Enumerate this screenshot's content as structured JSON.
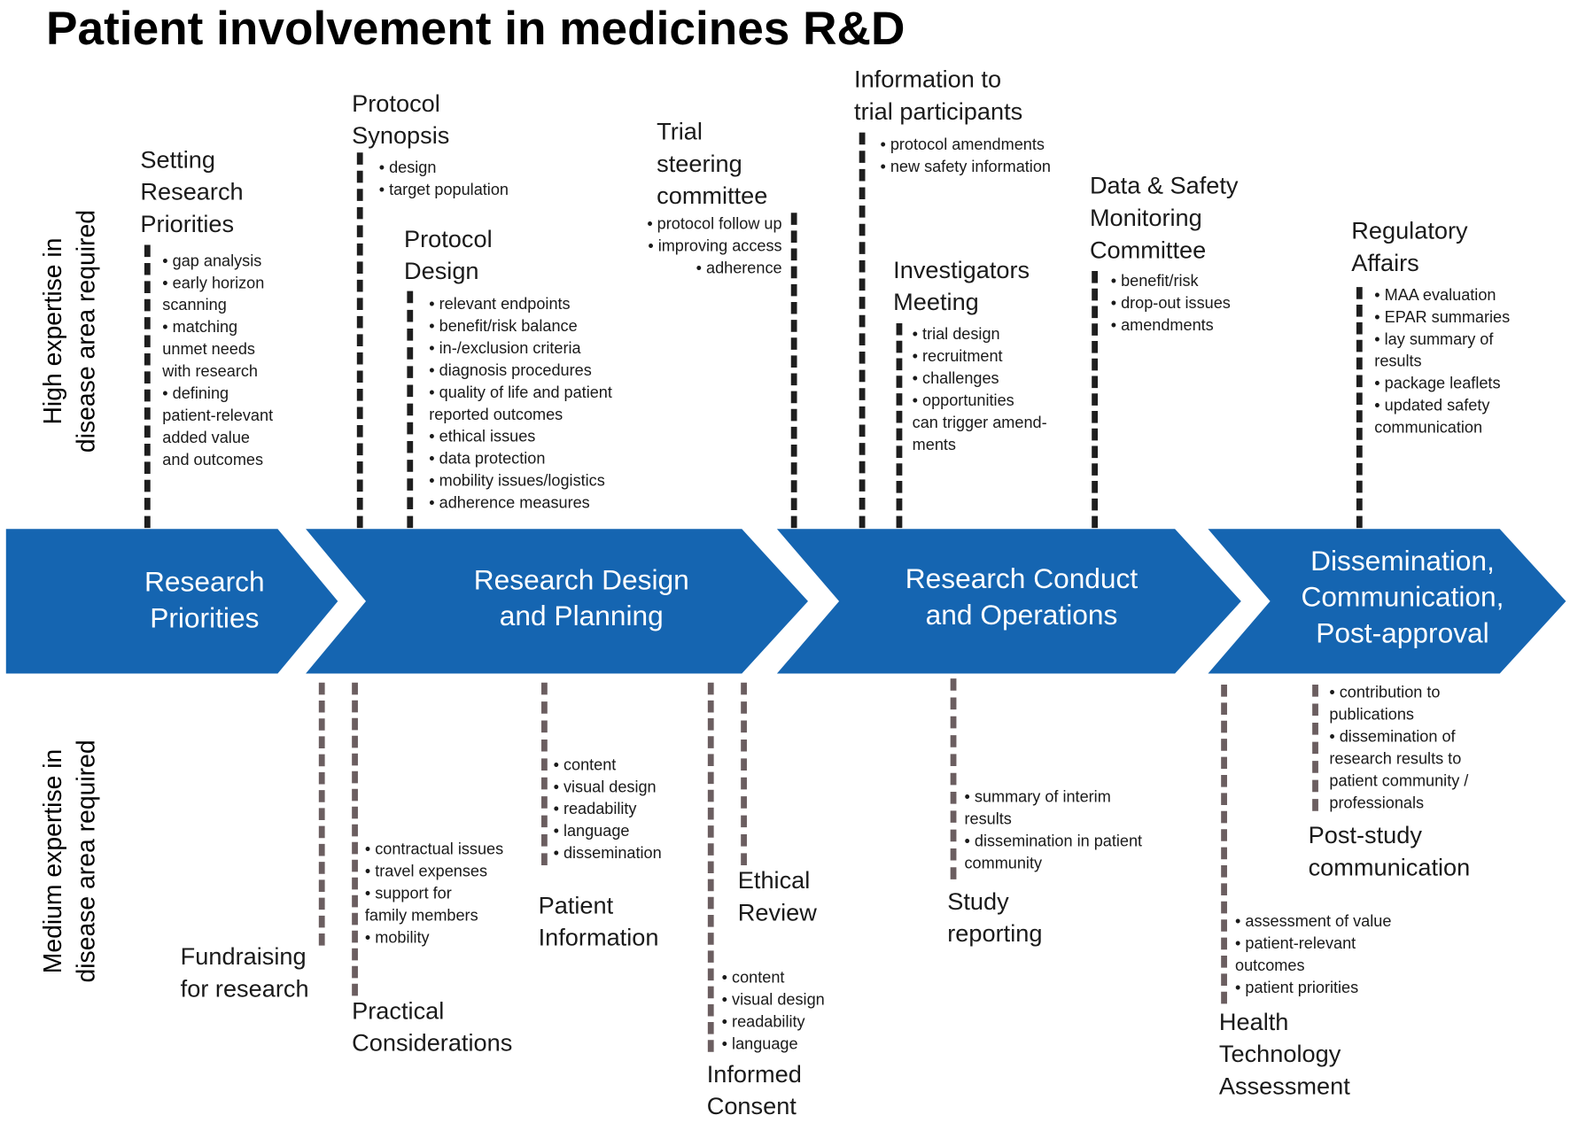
{
  "title": "Patient involvement in medicines R&D",
  "side_labels": {
    "high": [
      "High expertise in",
      "disease area required"
    ],
    "medium": [
      "Medium expertise in",
      "disease area required"
    ]
  },
  "colors": {
    "arrow_fill": "#1565b1",
    "stage_text": "#ffffff",
    "dash_high": "#1e1e1e",
    "dash_medium": "#6b5e60"
  },
  "stages": [
    {
      "lines": [
        "Research",
        "Priorities"
      ]
    },
    {
      "lines": [
        "Research Design",
        "and Planning"
      ]
    },
    {
      "lines": [
        "Research Conduct",
        "and Operations"
      ]
    },
    {
      "lines": [
        "Dissemination,",
        "Communication,",
        "Post-approval"
      ]
    }
  ],
  "top_items": [
    {
      "title_lines": [
        "Setting",
        "Research",
        "Priorities"
      ],
      "bullets": [
        "• gap analysis",
        "• early horizon",
        "scanning",
        "• matching",
        "unmet needs",
        "with research",
        "• defining",
        "patient-relevant",
        "added value",
        "and outcomes"
      ]
    },
    {
      "title_lines": [
        "Protocol",
        "Synopsis"
      ],
      "bullets": [
        "• design",
        "• target population"
      ]
    },
    {
      "title_lines": [
        "Protocol",
        "Design"
      ],
      "bullets": [
        "• relevant endpoints",
        "• benefit/risk balance",
        "• in-/exclusion criteria",
        "• diagnosis procedures",
        "• quality of life and patient",
        "reported outcomes",
        "• ethical issues",
        "• data protection",
        "• mobility issues/logistics",
        "• adherence measures"
      ]
    },
    {
      "title_lines": [
        "Trial",
        "steering",
        "committee"
      ],
      "bullets": [
        "• protocol follow up",
        "• improving access",
        "• adherence"
      ]
    },
    {
      "title_lines": [
        "Information to",
        "trial participants"
      ],
      "bullets": [
        "• protocol amendments",
        "• new safety information"
      ]
    },
    {
      "title_lines": [
        "Investigators",
        "Meeting"
      ],
      "bullets": [
        "• trial design",
        "• recruitment",
        "• challenges",
        "• opportunities",
        "can trigger amend-",
        "ments"
      ]
    },
    {
      "title_lines": [
        "Data & Safety",
        "Monitoring",
        "Committee"
      ],
      "bullets": [
        "• benefit/risk",
        "• drop-out issues",
        "• amendments"
      ]
    },
    {
      "title_lines": [
        "Regulatory",
        "Affairs"
      ],
      "bullets": [
        "• MAA evaluation",
        "• EPAR summaries",
        "• lay summary of",
        "results",
        "• package leaflets",
        "• updated safety",
        "communication"
      ]
    }
  ],
  "bottom_items": [
    {
      "title_lines": [
        "Fundraising",
        "for research"
      ],
      "bullets": []
    },
    {
      "title_lines": [
        "Practical",
        "Considerations"
      ],
      "bullets": [
        "• contractual issues",
        "• travel expenses",
        "• support for",
        "family members",
        "• mobility"
      ]
    },
    {
      "title_lines": [
        "Patient",
        "Information"
      ],
      "bullets": [
        "• content",
        "• visual design",
        "• readability",
        "• language",
        "• dissemination"
      ]
    },
    {
      "title_lines": [
        "Informed",
        "Consent"
      ],
      "bullets": [
        "• content",
        "• visual design",
        "• readability",
        "• language"
      ]
    },
    {
      "title_lines": [
        "Ethical",
        "Review"
      ],
      "bullets": []
    },
    {
      "title_lines": [
        "Study",
        "reporting"
      ],
      "bullets": [
        "• summary of interim",
        "results",
        "• dissemination in patient",
        "community"
      ]
    },
    {
      "title_lines": [
        "Health",
        "Technology",
        "Assessment"
      ],
      "bullets": [
        "• assessment of value",
        "• patient-relevant",
        "outcomes",
        "• patient priorities"
      ]
    },
    {
      "title_lines": [
        "Post-study",
        "communication"
      ],
      "bullets": [
        "• contribution to",
        "publications",
        "• dissemination of",
        "research results to",
        "patient community /",
        "professionals"
      ]
    }
  ]
}
